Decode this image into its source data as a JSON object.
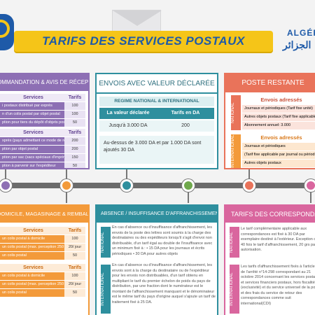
{
  "header": {
    "title": "TARIFS DES SERVICES POSTAUX",
    "brand_fr": "ALGÉR",
    "brand_ar": "الجزائر"
  },
  "colors": {
    "yellow": "#f5c518",
    "blue": "#1e5aa8",
    "purple": "#8d6fb4",
    "teal": "#2e8f9e",
    "coral": "#e9735a",
    "orange": "#f39a3a",
    "pink": "#d9669e",
    "green": "#6fa84c"
  },
  "panel_recommandation": {
    "title": "OMMANDATION & AVIS DE RÉCEPTION",
    "h1_services": "Services",
    "h1_tarifs": "Tarifs",
    "rows1": [
      {
        "label": "i postaux distribué par exprès",
        "value": "100"
      },
      {
        "label": "n d'un colis postal par objet postal",
        "value": "100"
      },
      {
        "label": "ption pour tiers du dépôt d'objets postaux",
        "value": "50"
      }
    ],
    "h2_services": "Services",
    "h2_tarifs": "Tarifs",
    "rows2": [
      {
        "label": "xprès (pays admettant ce mode de remise)",
        "value": "200"
      },
      {
        "label": "ption par objet postal",
        "value": "200"
      },
      {
        "label": "ption par sac (sacs spéciaux d'imprimés)",
        "value": "150"
      },
      {
        "label": "ption à parvenir sur l'expéditeur",
        "value": "50"
      }
    ]
  },
  "panel_valeur": {
    "title": "ENVOIS AVEC VALEUR DÉCLARÉE",
    "regime": "REGIME NATIONAL & INTERNATIONAL",
    "col1": "La valeur déclarée",
    "col2": "Tarifs en DA",
    "row_label": "Jusqu'à 3.000 DA",
    "row_value": "200",
    "note": "Au-dessus de 3.000 DA et par 1.000 DA sont ajoutés 30 DA"
  },
  "panel_restante": {
    "title": "POSTE RESTANTE",
    "side_national": "NATIONAL",
    "side_international": "INTERNATIONAL",
    "nat_head": "Envois adressés",
    "nat_rows": [
      "Journaux et périodiques (Tarif fixe unité)",
      "Autres objets postaux (Tarif fixe applicable par objet)",
      "Abonnement annuel: 3.000"
    ],
    "int_head": "Envois adressés",
    "int_rows": [
      "Journaux et périodiques",
      "(Tarif fixe applicable par journal ou périodique)",
      "Autres objets postaux"
    ]
  },
  "panel_domicile": {
    "title": "DOMICILE, MAGASINAGE & REMBALLAGE",
    "h1_services": "Services",
    "h1_tarifs": "Tarifs",
    "rows1": [
      {
        "label": "un colis postal à domicile",
        "value": "100"
      },
      {
        "label": "un colis postal (max. perception 250 DA)",
        "value": "20/ jour"
      },
      {
        "label": "un colis postal",
        "value": "50"
      }
    ],
    "h2_services": "Services",
    "h2_tarifs": "Tarifs",
    "rows2": [
      {
        "label": "un colis postal à domicile",
        "value": "100"
      },
      {
        "label": "un colis postal (max. perception 250 DA)",
        "value": "20/ jour"
      },
      {
        "label": "un colis postal",
        "value": "50"
      }
    ]
  },
  "panel_absence": {
    "title": "ABSENCE / INSUFFISANCE D'AFFRANCHISSEMENT",
    "side_national": "NATIONAL",
    "side_international": "INTERNATIONAL",
    "nat_text": "En cas d'absence ou d'insuffisance d'affranchissement, les envois de la poste des lettres sont soumis à la charge des destinataires ou des expéditeurs lorsqu'il s'agit d'envoi non distribuable, d'un tarif égal au double de l'insuffisance avec un minimum fixé à : • 15 DA pour les journaux et écrits périodiques • 30 DA pour autres objets",
    "int_text": "En cas d'absence ou d'insuffisance d'affranchissement, les envois sont à la charge du destinataire ou de l'expéditeur pour les envois non distribuables, d'un tarif obtenu en multipliant le tarif du premier échelon de poids du pays de distribution, par une fraction dont le numérateur est le montant de l'affranchissement manquant et le dénominateur est le même tarif du pays d'origine auquel s'ajoute un tarif de traitement fixé à 25 DA."
  },
  "panel_correspondances": {
    "title": "TARIFS DES CORRESPONDANCES",
    "side_national": "NATIONAL",
    "side_international": "INTERNATIONAL",
    "nat_text": "Le tarif complémentaire applicable aux correspondances est fixé à 30 DA par exemplaire destiné à l'extérieur. Exception de 40 fois le tarif d'affranchissement, 20 grs par autorisation.",
    "int_text": "Les tarifs d'affranchissement fixés à l'article 31 de l'arrêté n°14-298 correspondant au 21 octobre 2014 concernant les services postaux et services financiers postaux, hors fiscalité (exclusivité) et du service universel de la poste et des frais du service de retour des correspondances comme suit international(CDI)"
  }
}
